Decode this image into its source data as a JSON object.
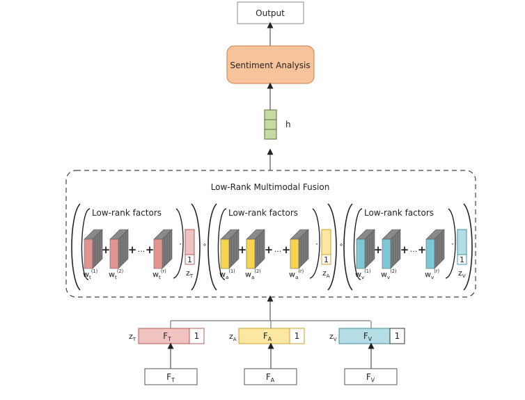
{
  "output": {
    "label": "Output"
  },
  "classifier": {
    "label": "Sentiment Analysis",
    "fill": "#f8c39a",
    "stroke": "#c87f4a"
  },
  "hidden": {
    "label": "h",
    "cells": 3,
    "fill": "#c5dba3",
    "stroke": "#5a6b3c"
  },
  "fusion": {
    "title": "Low-Rank Multimodal Fusion"
  },
  "operators": {
    "plus": "+",
    "ellipsis": "...",
    "dot": "·",
    "outer": "∘"
  },
  "modalities": [
    {
      "key": "t",
      "factors_label": "Low-rank factors",
      "weight_base": "w",
      "weight_sub": "t",
      "weight_sups": [
        "(1)",
        "(2)",
        "(r)"
      ],
      "z_base": "z",
      "z_sub": "T",
      "one": "1",
      "feat_base": "F",
      "feat_sub": "T",
      "front": "#e3938f",
      "light": "#f0c2c0",
      "stroke": "#b55a57"
    },
    {
      "key": "a",
      "factors_label": "Low-rank factors",
      "weight_base": "w",
      "weight_sub": "a",
      "weight_sups": [
        "(1)",
        "(2)",
        "(r)"
      ],
      "z_base": "z",
      "z_sub": "A",
      "one": "1",
      "feat_base": "F",
      "feat_sub": "A",
      "front": "#f7d44f",
      "light": "#fbe7a1",
      "stroke": "#c9a227"
    },
    {
      "key": "v",
      "factors_label": "Low-rank factors",
      "weight_base": "w",
      "weight_sub": "v",
      "weight_sups": [
        "(1)",
        "(2)",
        "(r)"
      ],
      "z_base": "z",
      "z_sub": "V",
      "one": "1",
      "feat_base": "F",
      "feat_sub": "V",
      "front": "#7cc8d6",
      "light": "#b5dde6",
      "stroke": "#3f8fa0"
    }
  ]
}
